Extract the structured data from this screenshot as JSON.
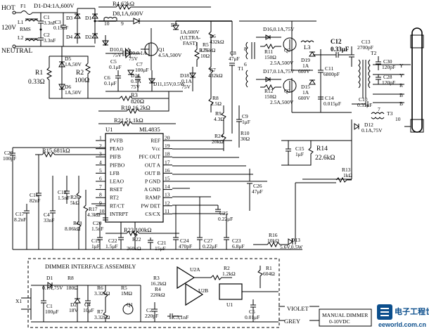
{
  "labels": {
    "hot": "HOT",
    "f1": "F1",
    "vin": "120V",
    "vin_sub": "RMS",
    "neutral": "NEUTRAL",
    "d1d4": "D1-D4:1A,600V",
    "l1": "L1",
    "l2": "L2",
    "c1": "C1",
    "c1v": "3.3nF",
    "c2": "C2",
    "c2v": "3.3nF",
    "c3": "C3",
    "c3v": "0.15μF",
    "d3": "D3",
    "d4": "D4",
    "d1": "D1",
    "d2": "D2",
    "r4": "R4,62kΩ",
    "d8": "D8,1A,600V",
    "d7": "D7",
    "d7v": "1A,600V",
    "d7v2": "(ULTRA-",
    "d7v3": "FAST)",
    "q1": "Q1",
    "q1v": "4.5A,500V",
    "d5": "D5",
    "d5v": "1A,50V",
    "d6": "D6",
    "d6v": "1A,50V",
    "r1": "R1",
    "r1v": "0.33Ω",
    "r2": "R2",
    "r2v": "100Ω",
    "d10": "D10,0.1A",
    "d10v": "75V",
    "d9": "D9,0.1A",
    "d9v": "75V",
    "c5": "C5",
    "c5v": "0.1μF",
    "c6": "C6",
    "c6v": "0.1μF",
    "c7": "C7",
    "c7v": "100μF",
    "d14": "D14",
    "d14v": "0.1A",
    "d14v2": "75V",
    "d11": "D11,15V,0.5W",
    "r3": "R3",
    "r3v": "820Ω",
    "r25": "R25",
    "r25v": "10Ω",
    "d18": "D18",
    "d18v": "0.1A",
    "d18v2": "75V",
    "r6": "R6",
    "r6v": "432kΩ",
    "r7": "R7",
    "r7v": "432kΩ",
    "r5": "R5",
    "r5v": "3.76kΩ",
    "r8": "R8",
    "r8v": "2.5Ω",
    "r9": "R9",
    "r9v": "4.3Ω",
    "c8": "C8",
    "c8v": "47μF",
    "c9": "C9",
    "c9v": "1μF",
    "r10": "R10",
    "r10v": "30Ω",
    "r24": "R24",
    "r24v": "20kΩ",
    "r19": "R19,16.2kΩ",
    "r21": "R21,51.1kΩ",
    "u1": "U1",
    "ml": "ML4835",
    "d16": "D16,0.1A,75V",
    "d17": "D17,0.1A,75V",
    "r11": "R11",
    "r11v": "150Ω",
    "r12": "R12",
    "r12v": "150Ω",
    "q2": "Q2",
    "q2v": "2.5A,500V",
    "q3": "Q3",
    "q3v": "2.5A,500V",
    "l3": "L3",
    "t1": "T1",
    "d19": "D19",
    "d19v": "1A",
    "d19v2": "600V",
    "d15": "D15",
    "d15v": "1A",
    "d15v2": "600V",
    "c11": "C11",
    "c11v": "6800pF",
    "c14": "C14",
    "c14v": "0.015μF",
    "c12": "C12",
    "c12v": "0.33μF",
    "c13": "C13",
    "c13v": "2700pF",
    "t2": "T2",
    "c30": "C30",
    "c30v": "120pF",
    "c28": "C28",
    "c28v": "120pF",
    "c10": "C10",
    "c10v": "0.33μF",
    "t3": "T3",
    "d12": "D12",
    "d12v": "0.1A,75V",
    "c15": "C15",
    "c15v": "1μF",
    "r14": "R14",
    "r14v": "22.6kΩ",
    "r13": "R13",
    "r13v": "1kΩ",
    "c26": "C26",
    "c26v": "47μF",
    "c29": "C29",
    "c29v": "100pF",
    "r15": "R15,681kΩ",
    "c16": "C16",
    "c16v": "82nF",
    "c17": "C17",
    "c17v": "8.2nF",
    "c4": "C4",
    "c4v": "33nF",
    "c18": "C18",
    "c18v": "1.5nF",
    "r26": "R26",
    "r26v": "5kΩ",
    "r17": "R17",
    "r17v": "4.3kΩ",
    "r18": "R18",
    "r18v": "8.06kΩ",
    "c20": "C20",
    "c20v": "1.5nF",
    "c19": "C19",
    "c19v": "1μF",
    "c22": "C22",
    "c22v": "1.5μF",
    "r22": "R22",
    "r22v": "360kΩ",
    "r23": "R23,100kΩ",
    "c21": "C21",
    "c21v": "15μF",
    "c24": "C24",
    "c24v": "470pF",
    "c27": "C27",
    "c27v": "0.22μF",
    "c23": "C23",
    "c23v": "6.8μF",
    "c25": "C25",
    "c25v": "0.22μF",
    "r16": "R16",
    "r16v": "10kΩ",
    "d13": "D13",
    "d13v": "5.6V,0.5W",
    "dimmer_title": "DIMMER INTERFACE ASSEMBLY",
    "x1": "X1",
    "d_d1": "D1",
    "d_d1v": "0.1A,75V",
    "d_r8": "R8",
    "d_r8v": "180Ω",
    "d_d2": "D2",
    "d_d2v": "18V",
    "d_c1": "C1",
    "d_c1v": "100μF",
    "d_c4": "C4",
    "d_c4v": "10μF",
    "d_r6": "R6",
    "d_r6v": "3.32kΩ",
    "d_r7": "R7",
    "d_r7v": "3.32kΩ",
    "d_r5": "R5",
    "d_r5v": "1MΩ",
    "d_q1": "Q1",
    "d_r3": "R3",
    "d_r3v": "16.2kΩ",
    "d_r4": "R4",
    "d_r4v": "220kΩ",
    "d_c2": "C2",
    "d_c2v": "220pF",
    "d_c3": "C3,1nF",
    "d_u2a": "U2A",
    "d_u2b": "U2B",
    "d_r2": "R2",
    "d_r2v": "1.2kΩ",
    "d_r1": "R1",
    "d_r1v": "604Ω",
    "d_u1": "U1",
    "d_c5": "C5",
    "d_c5v": "0.01μF",
    "violet": "VIOLET",
    "grey": "GREY",
    "manual": "MANUAL DIMMER",
    "manual2": "0-10VDC",
    "wm1": "电子工程世界",
    "wm2": "eeworld.com.cn"
  },
  "ic_pins_left": [
    {
      "num": "1",
      "name": "PVFB"
    },
    {
      "num": "2",
      "name": "PEAO"
    },
    {
      "num": "3",
      "name": "PIFB"
    },
    {
      "num": "4",
      "name": "PIFBO"
    },
    {
      "num": "5",
      "name": "LFB"
    },
    {
      "num": "6",
      "name": "LEAO"
    },
    {
      "num": "7",
      "name": "RSET"
    },
    {
      "num": "8",
      "name": "RT2"
    },
    {
      "num": "9",
      "name": "RT/CT"
    },
    {
      "num": "10",
      "name": "INTRPT"
    }
  ],
  "ic_pins_right": [
    {
      "num": "20",
      "name": "REF"
    },
    {
      "num": "19",
      "name": "Vcc"
    },
    {
      "num": "18",
      "name": "PFC OUT"
    },
    {
      "num": "17",
      "name": "OUT A"
    },
    {
      "num": "16",
      "name": "OUT B"
    },
    {
      "num": "15",
      "name": "P GND"
    },
    {
      "num": "14",
      "name": "A GND"
    },
    {
      "num": "13",
      "name": "RAMP"
    },
    {
      "num": "12",
      "name": "PW DET"
    },
    {
      "num": "11",
      "name": "CS/CX"
    }
  ]
}
